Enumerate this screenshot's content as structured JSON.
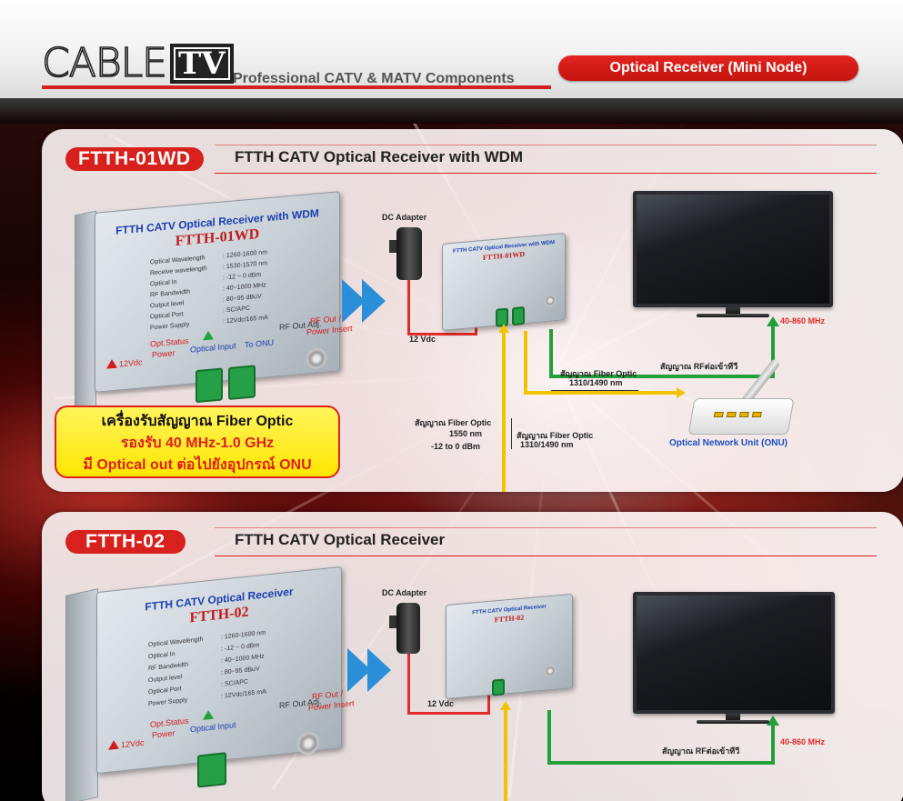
{
  "header": {
    "logo_cable": "CABLE",
    "logo_tv": "TV",
    "tagline": "Professional CATV & MATV Components",
    "category": "Optical Receiver (Mini Node)"
  },
  "product1": {
    "model": "FTTH-01WD",
    "title": "FTTH CATV Optical Receiver with WDM",
    "device": {
      "title": "FTTH CATV Optical Receiver with WDM",
      "model": "FTTH-01WD",
      "specs": [
        {
          "k": "Optical Wavelength",
          "v": ":   1260-1600 nm"
        },
        {
          "k": "Receive wavelength",
          "v": ":   1530-1570 nm"
        },
        {
          "k": "Optical In",
          "v": ":   -12 ~ 0   dBm"
        },
        {
          "k": "RF Bandwidth",
          "v": ":   40~1000  MHz"
        },
        {
          "k": "Output level",
          "v": ":   80~95  dBuV"
        },
        {
          "k": "Optical Port",
          "v": ":   SC/APC"
        },
        {
          "k": "Power Supply",
          "v": ":   12Vdc/165 mA"
        }
      ],
      "label_12vdc": "12Vdc",
      "label_opt_status": "Opt.Status",
      "label_power": "Power",
      "label_optical_input": "Optical Input",
      "label_to_onu": "To ONU",
      "label_rf_out_adj": "RF Out Adj.",
      "label_rf_out": "RF Out /",
      "label_power_insert": "Power Insert"
    },
    "feature": {
      "line1": "เครื่องรับสัญญาณ Fiber Optic",
      "line2": "รองรับ 40 MHz-1.0 GHz",
      "line3": "มี Optical out ต่อไปยังอุปกรณ์ ONU"
    },
    "diagram": {
      "dc_adapter": "DC Adapter",
      "vdc": "12 Vdc",
      "rf_signal": "สัญญาณ RFต่อเข้าทีวี",
      "freq": "40-860 MHz",
      "fiber_out_label": "สัญญาณ Fiber Optic",
      "fiber_out_nm": "1310/1490 nm",
      "fiber_in_label": "สัญญาณ Fiber Optic",
      "fiber_in_nm": "1550 nm",
      "fiber_in_dbm": "-12 to 0 dBm",
      "fiber_bi_label": "สัญญาณ Fiber Optic",
      "fiber_bi_nm": "1310/1490 nm",
      "onu": "Optical Network Unit (ONU)"
    }
  },
  "product2": {
    "model": "FTTH-02",
    "title": "FTTH CATV Optical Receiver",
    "device": {
      "title": "FTTH CATV Optical Receiver",
      "model": "FTTH-02",
      "specs": [
        {
          "k": "Optical Wavelength",
          "v": ":   1260-1600 nm"
        },
        {
          "k": "Optical In",
          "v": ":   -12 ~ 0   dBm"
        },
        {
          "k": "RF Bandwidth",
          "v": ":   40~1000  MHz"
        },
        {
          "k": "Output level",
          "v": ":   80~95  dBuV"
        },
        {
          "k": "Optical Port",
          "v": ":   SC/APC"
        },
        {
          "k": "Power Supply",
          "v": ":   12Vdc/165 mA"
        }
      ],
      "label_12vdc": "12Vdc",
      "label_opt_status": "Opt.Status",
      "label_power": "Power",
      "label_optical_input": "Optical Input",
      "label_rf_out_adj": "RF Out Adj.",
      "label_rf_out": "RF Out /",
      "label_power_insert": "Power Insert"
    },
    "diagram": {
      "dc_adapter": "DC Adapter",
      "vdc": "12 Vdc",
      "rf_signal": "สัญญาณ RFต่อเข้าทีวี",
      "freq": "40-860 MHz"
    }
  },
  "colors": {
    "brand_red": "#d8201c",
    "signal_green": "#22a03a",
    "fiber_yellow": "#f2c400",
    "power_red": "#e42b2b",
    "chevron_blue": "#2a8fd8"
  }
}
